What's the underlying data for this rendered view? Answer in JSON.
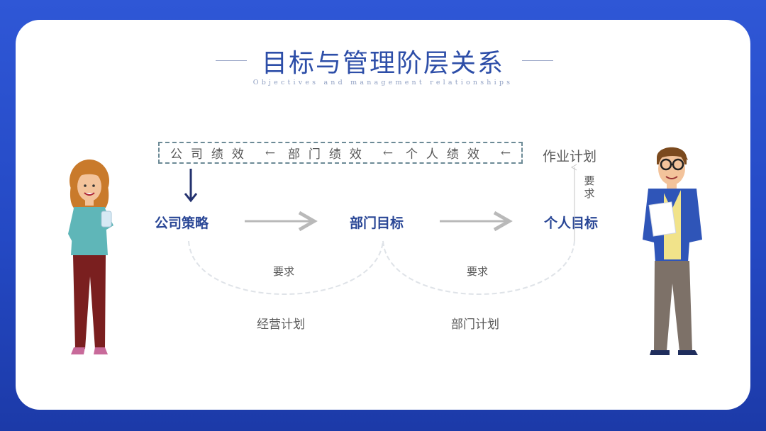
{
  "title": "目标与管理阶层关系",
  "subtitle": "Objectives and management relationships",
  "performance_chain": {
    "items": [
      "公司绩效",
      "部门绩效",
      "个人绩效"
    ],
    "arrow": "←"
  },
  "work_plan_label": "作业计划",
  "nodes": {
    "company_strategy": "公司策略",
    "dept_goal": "部门目标",
    "personal_goal": "个人目标"
  },
  "requirement_label_1": "要求",
  "requirement_label_2": "要求",
  "requirement_vertical": [
    "要",
    "求"
  ],
  "plan_labels": {
    "business_plan": "经营计划",
    "dept_plan": "部门计划"
  },
  "colors": {
    "background": "#2449c4",
    "card": "#ffffff",
    "accent": "#2a4796",
    "dark_arrow": "#23316e",
    "gray_arrow": "#b9b9b9"
  }
}
